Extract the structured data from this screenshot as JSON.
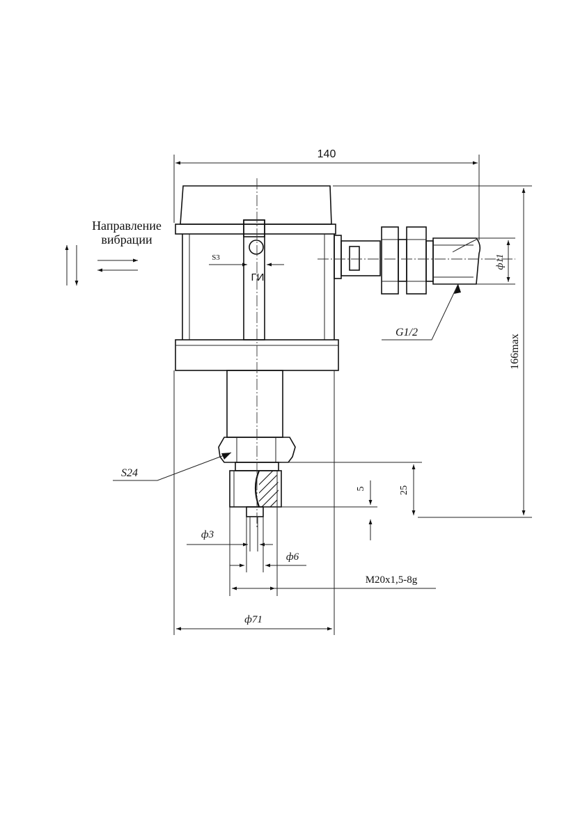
{
  "legend": {
    "line1": "Направление",
    "line2": "вибрации"
  },
  "dimensions": {
    "overall_width": "140",
    "overall_height": "166max",
    "port_diameter": "ф11",
    "port_thread": "G1/2",
    "wrench_size_top": "S3",
    "marking": "ГИ",
    "hex_wrench": "S24",
    "step_5": "5",
    "thread_length": "25",
    "hole_diameter": "ф3",
    "tip_diameter": "ф6",
    "mount_thread": "М20х1,5-8g",
    "body_diameter": "ф71"
  }
}
